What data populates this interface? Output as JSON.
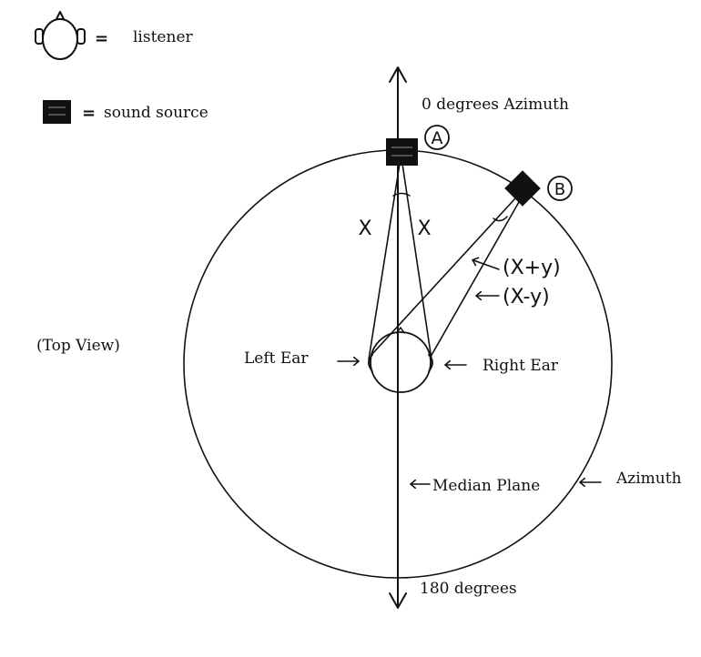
{
  "legend": {
    "listener_label": "listener",
    "source_label": "sound source",
    "equals": "="
  },
  "labels": {
    "zero_azimuth": "0 degrees Azimuth",
    "one_eighty": "180 degrees",
    "top_view": "(Top View)",
    "left_ear": "Left Ear",
    "right_ear": "Right Ear",
    "median_plane": "Median Plane",
    "azimuth": "Azimuth",
    "source_a": "A",
    "source_b": "B",
    "path_x_left": "X",
    "path_x_right": "X",
    "path_x_plus_y": "(X+y)",
    "path_x_minus_y": "(X-y)"
  }
}
